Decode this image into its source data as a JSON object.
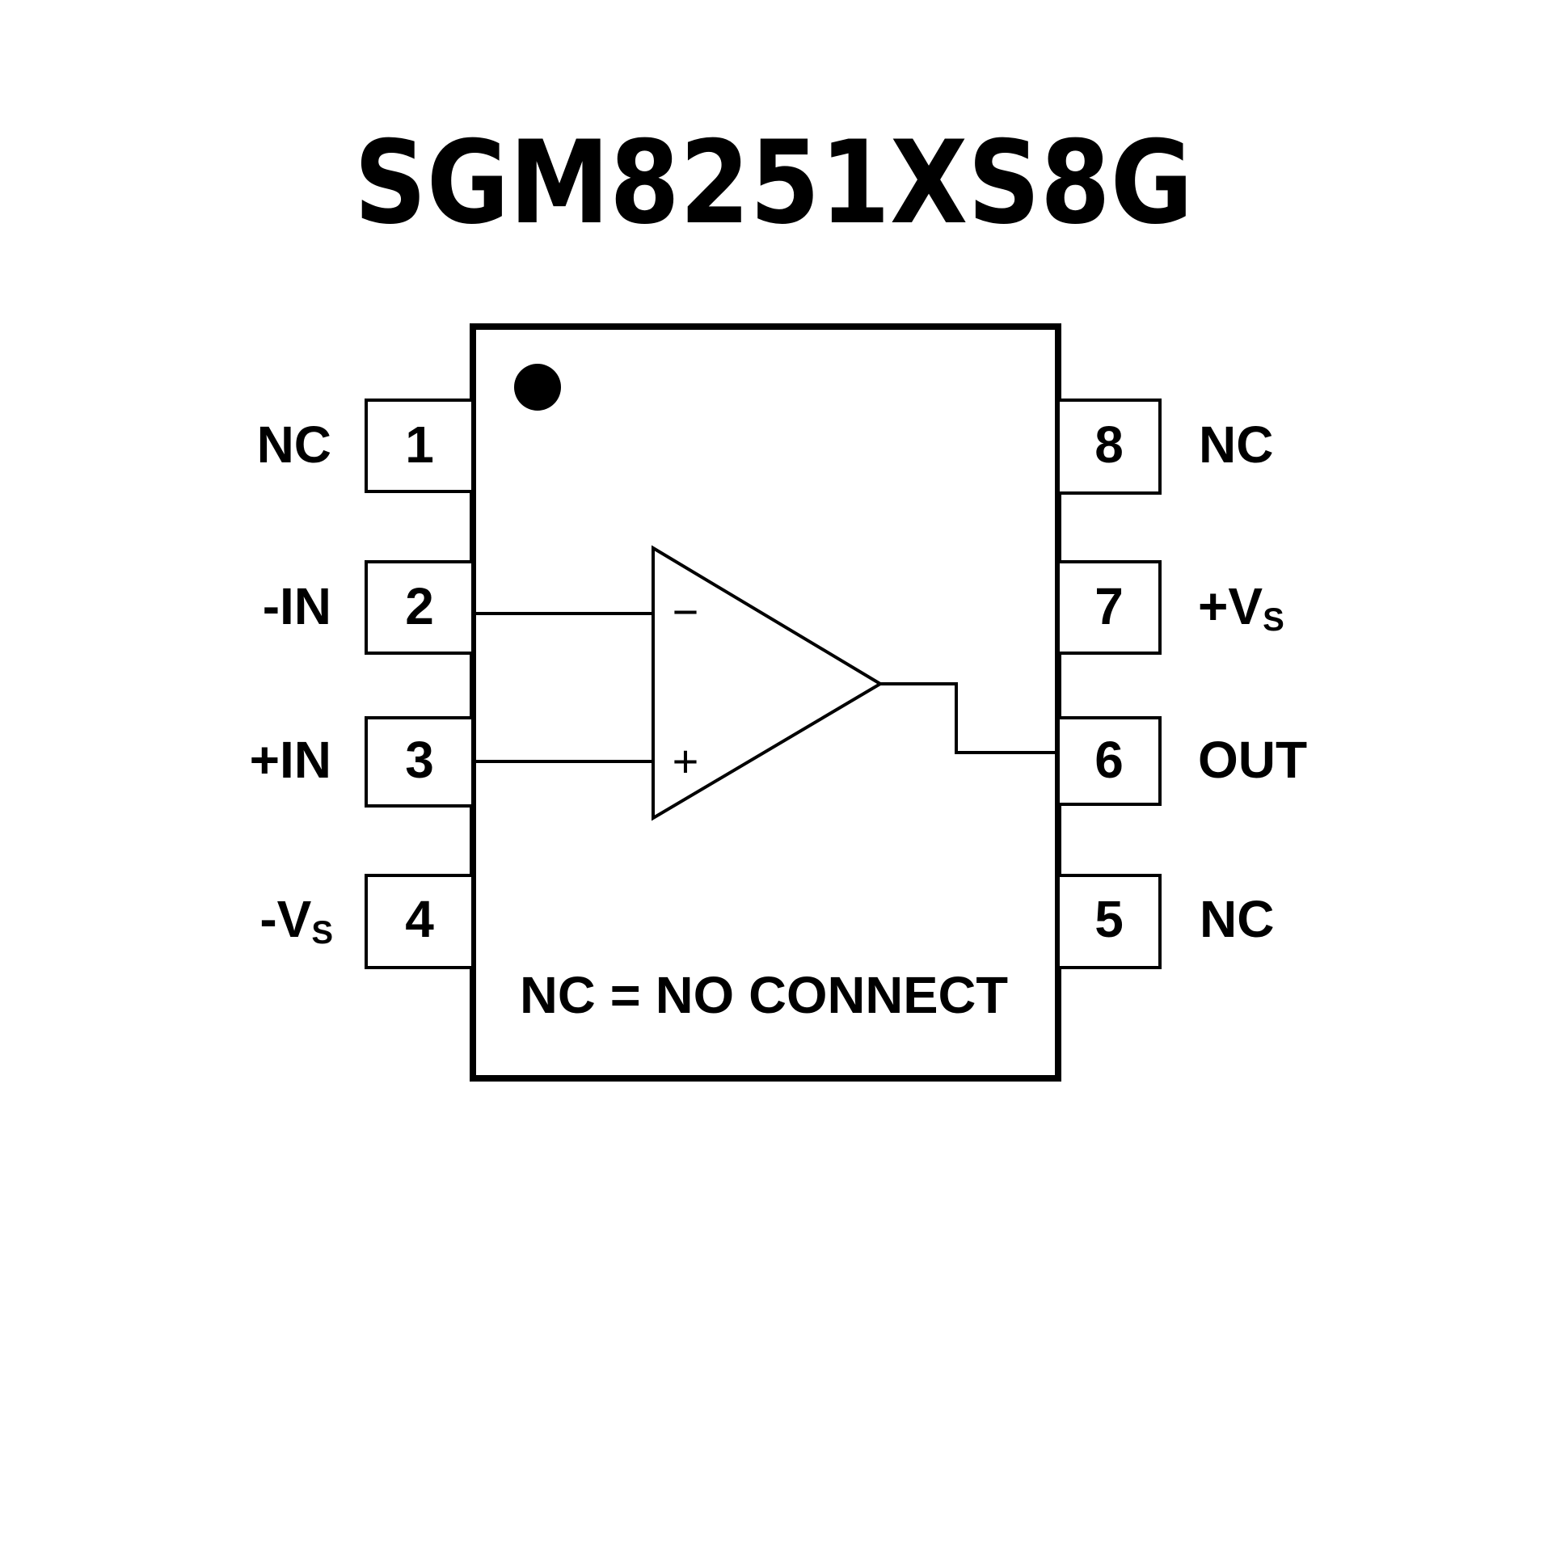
{
  "title": "SGM8251XS8G",
  "package_note": "NC = NO CONNECT",
  "amplifier": {
    "inverting_sign": "−",
    "noninverting_sign": "+"
  },
  "pins_left": [
    {
      "number": "1",
      "label": "NC",
      "sub": ""
    },
    {
      "number": "2",
      "label": "-IN",
      "sub": ""
    },
    {
      "number": "3",
      "label": "+IN",
      "sub": ""
    },
    {
      "number": "4",
      "label": "-V",
      "sub": "S"
    }
  ],
  "pins_right": [
    {
      "number": "8",
      "label": "NC",
      "sub": ""
    },
    {
      "number": "7",
      "label": "+V",
      "sub": "S"
    },
    {
      "number": "6",
      "label": "OUT",
      "sub": ""
    },
    {
      "number": "5",
      "label": "NC",
      "sub": ""
    }
  ],
  "colors": {
    "stroke": "#000000",
    "background": "#ffffff"
  }
}
